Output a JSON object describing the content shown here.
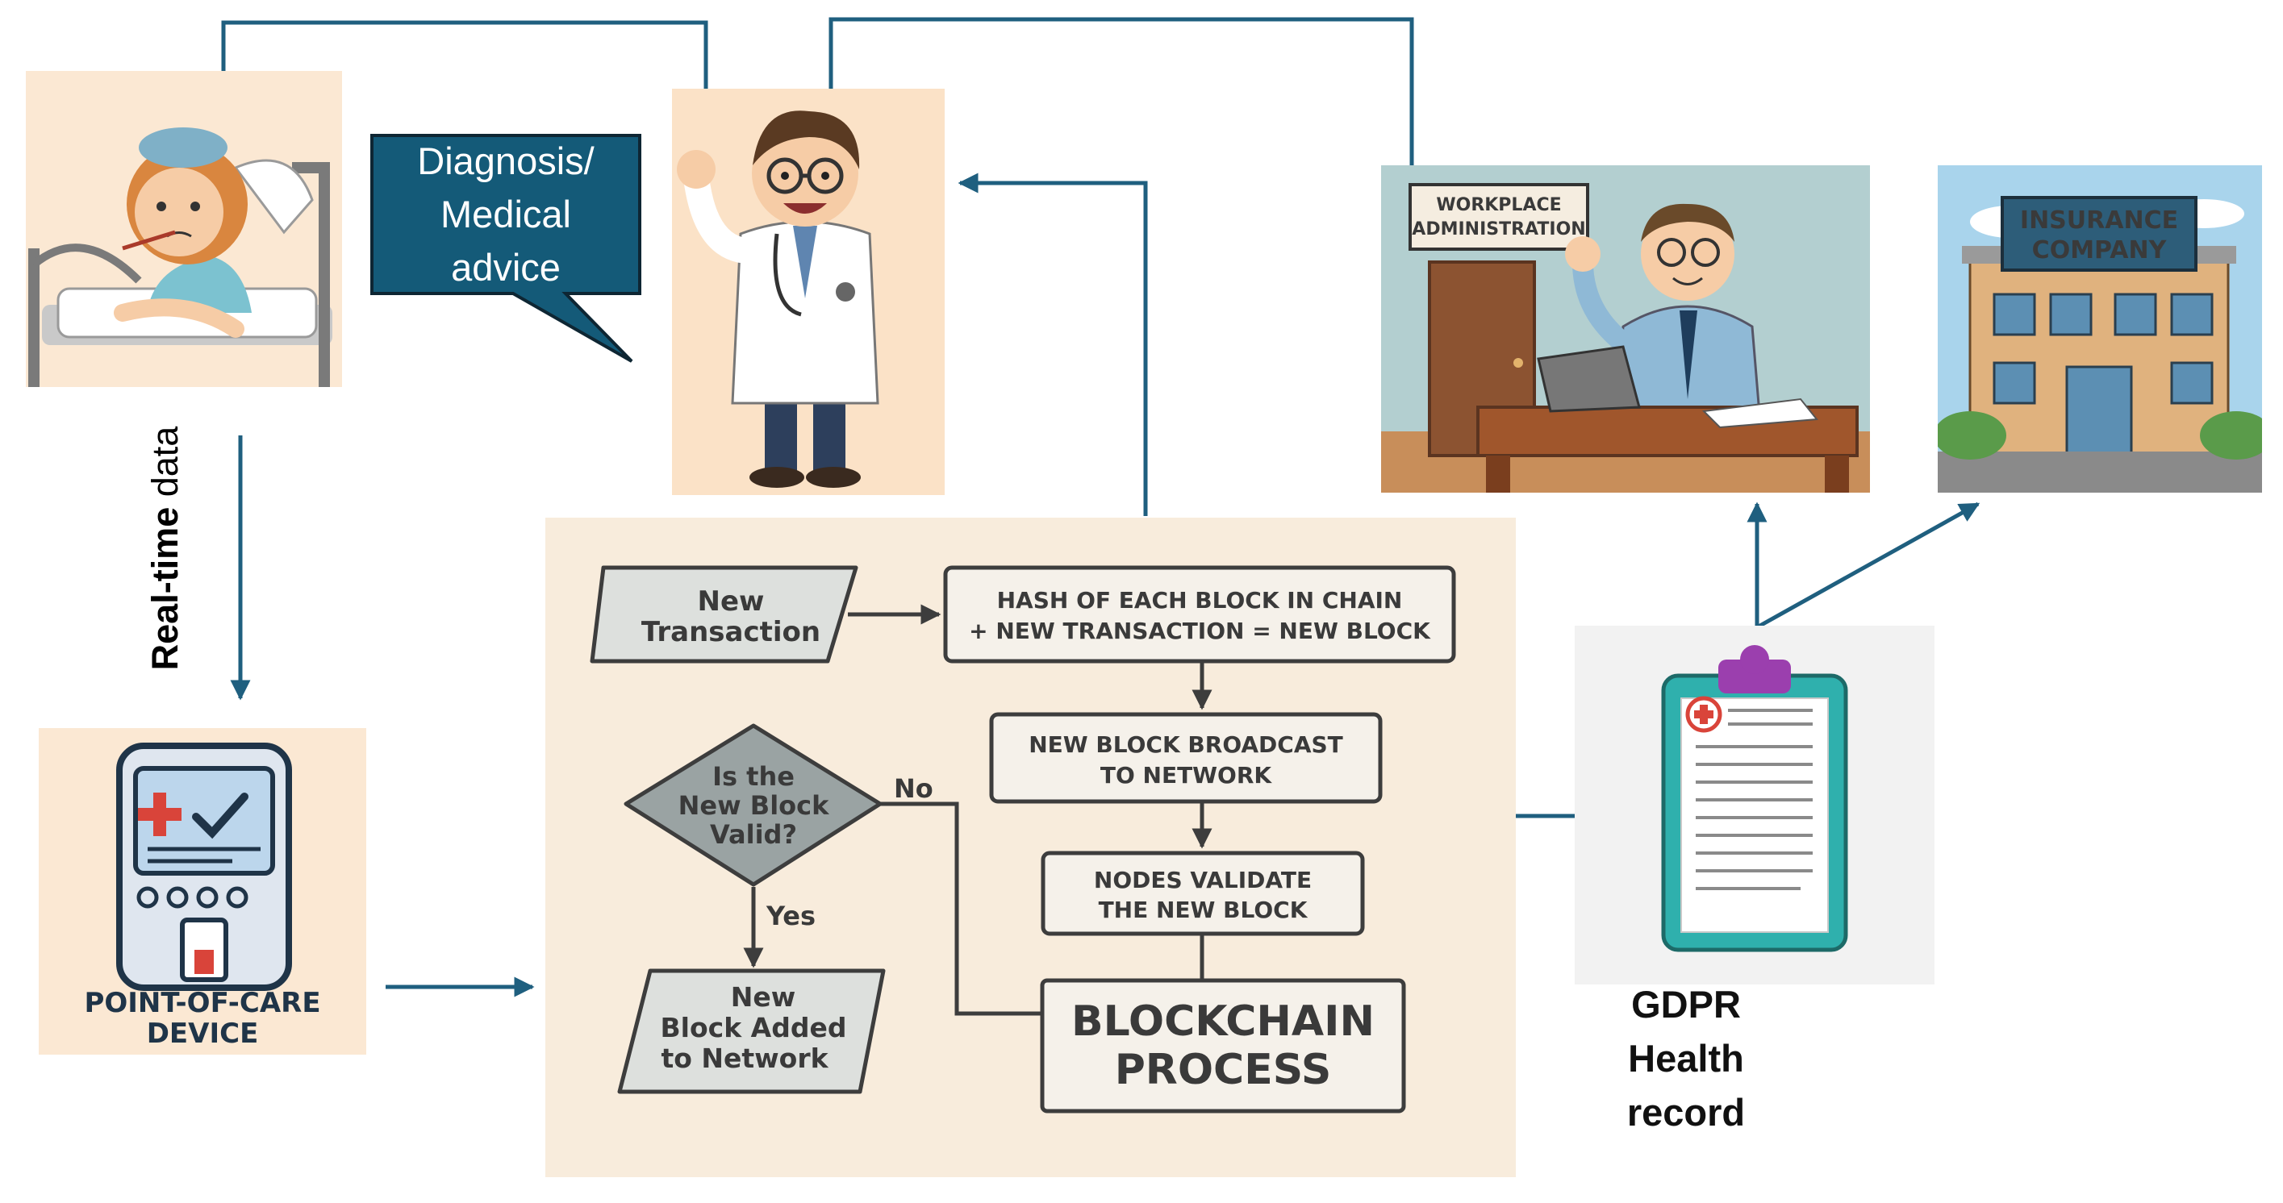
{
  "speech_bubble": {
    "lines": [
      "Diagnosis/",
      "Medical",
      "advice"
    ]
  },
  "realtime_label": {
    "bold": "Real-time",
    "regular": "data"
  },
  "point_of_care": {
    "line1": "POINT-OF-CARE",
    "line2": "DEVICE"
  },
  "workplace_sign": {
    "line1": "WORKPLACE",
    "line2": "ADMINISTRATION"
  },
  "insurance_sign": {
    "line1": "INSURANCE",
    "line2": "COMPANY"
  },
  "flowchart": {
    "new_transaction": [
      "New",
      "Transaction"
    ],
    "hash_block": [
      "HASH OF EACH BLOCK IN CHAIN",
      "+ NEW TRANSACTION = NEW BLOCK"
    ],
    "broadcast": [
      "NEW BLOCK BROADCAST",
      "TO NETWORK"
    ],
    "validate": [
      "NODES VALIDATE",
      "THE NEW BLOCK"
    ],
    "decision": [
      "Is the",
      "New Block",
      "Valid?"
    ],
    "no_label": "No",
    "yes_label": "Yes",
    "added": [
      "New",
      "Block Added",
      "to Network"
    ],
    "process": [
      "BLOCKCHAIN",
      "PROCESS"
    ]
  },
  "gdpr": {
    "lines": [
      "GDPR",
      "Health",
      "record"
    ]
  },
  "colors": {
    "connector": "#1f5f7f",
    "bubble": "#145a78",
    "panel_bg": "#f8ecdc",
    "flow_stroke": "#3d3d3d",
    "flow_box": "#f5f1ea",
    "diamond": "#9aa3a3"
  }
}
